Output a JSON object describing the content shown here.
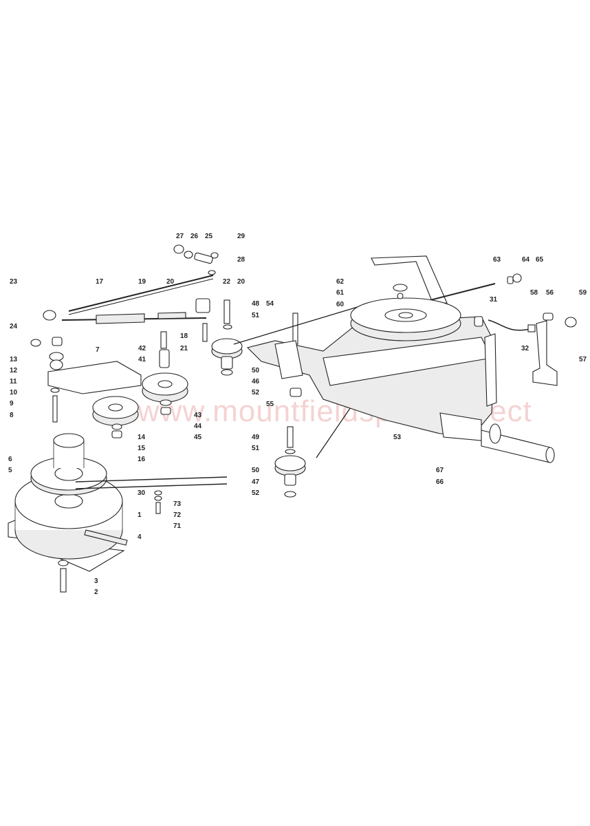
{
  "watermark": "www.mountfieldsparesdirect",
  "callouts": [
    "27",
    "26",
    "25",
    "29",
    "28",
    "17",
    "19",
    "20",
    "22",
    "20",
    "23",
    "48",
    "51",
    "54",
    "18",
    "21",
    "42",
    "41",
    "24",
    "7",
    "13",
    "12",
    "11",
    "10",
    "9",
    "8",
    "50",
    "46",
    "52",
    "55",
    "43",
    "44",
    "45",
    "14",
    "15",
    "16",
    "6",
    "5",
    "30",
    "73",
    "72",
    "71",
    "1",
    "4",
    "3",
    "2",
    "49",
    "51",
    "50",
    "47",
    "52",
    "53",
    "62",
    "61",
    "60",
    "63",
    "64",
    "65",
    "31",
    "58",
    "56",
    "59",
    "32",
    "57",
    "67",
    "66"
  ]
}
